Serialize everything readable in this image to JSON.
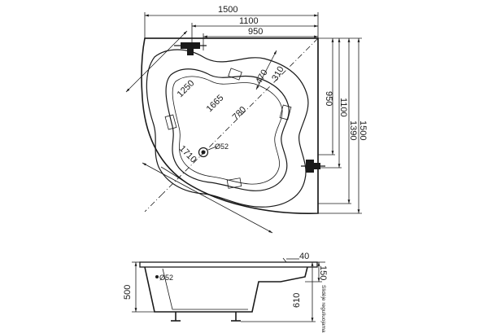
{
  "plan_view": {
    "dimensions": {
      "overall_width": "1500",
      "width_1100": "1100",
      "width_950": "950",
      "vertical_950": "950",
      "vertical_1100": "1100",
      "vertical_1390": "1390",
      "vertical_1500": "1500",
      "diag_1250": "1250",
      "diag_1665": "1665",
      "diag_780": "780",
      "diag_1710": "1710",
      "diag_470": "470",
      "diag_310": "310",
      "drain_diameter": "Ø52"
    }
  },
  "side_view": {
    "dimensions": {
      "rim_40": "40",
      "rim_150": "150",
      "height_500": "500",
      "height_610": "610",
      "drain_diameter": "Ø52",
      "adjustable_note": "Slidėje reguliuojama"
    }
  }
}
